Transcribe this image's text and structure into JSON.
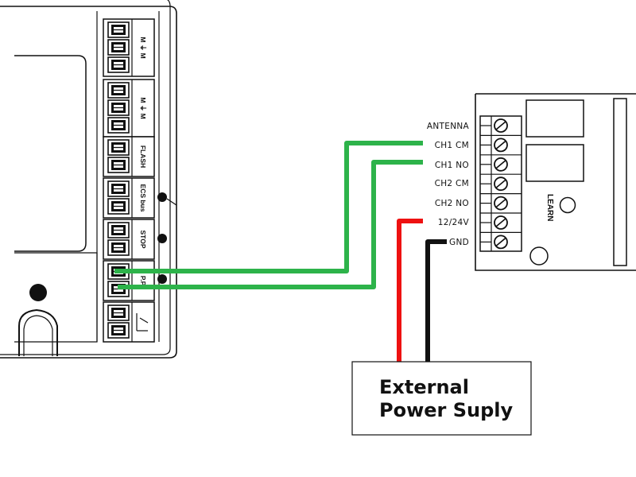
{
  "controller": {
    "terminal_groups": [
      {
        "id": "motor-1",
        "label": "M ⏚ M",
        "rows": 3
      },
      {
        "id": "motor-2",
        "label": "M ⏚ M",
        "rows": 3
      },
      {
        "id": "flash",
        "label": "FLASH",
        "rows": 2
      },
      {
        "id": "ecs-bus",
        "label": "ECS bus",
        "rows": 2
      },
      {
        "id": "stop",
        "label": "STOP",
        "rows": 2
      },
      {
        "id": "pp",
        "label": "P.P",
        "rows": 2
      },
      {
        "id": "antenna",
        "label": "",
        "rows": 2
      }
    ]
  },
  "receiver": {
    "terminals": [
      "ANTENNA",
      "CH1 CM",
      "CH1 NO",
      "CH2 CM",
      "CH2 NO",
      "12/24V",
      "GND"
    ],
    "learn_label": "LEARN"
  },
  "power_supply": {
    "line1": "External",
    "line2": "Power Suply"
  },
  "colors": {
    "signal_wire": "#2db34a",
    "positive_wire": "#ee1111",
    "ground_wire": "#111111"
  }
}
